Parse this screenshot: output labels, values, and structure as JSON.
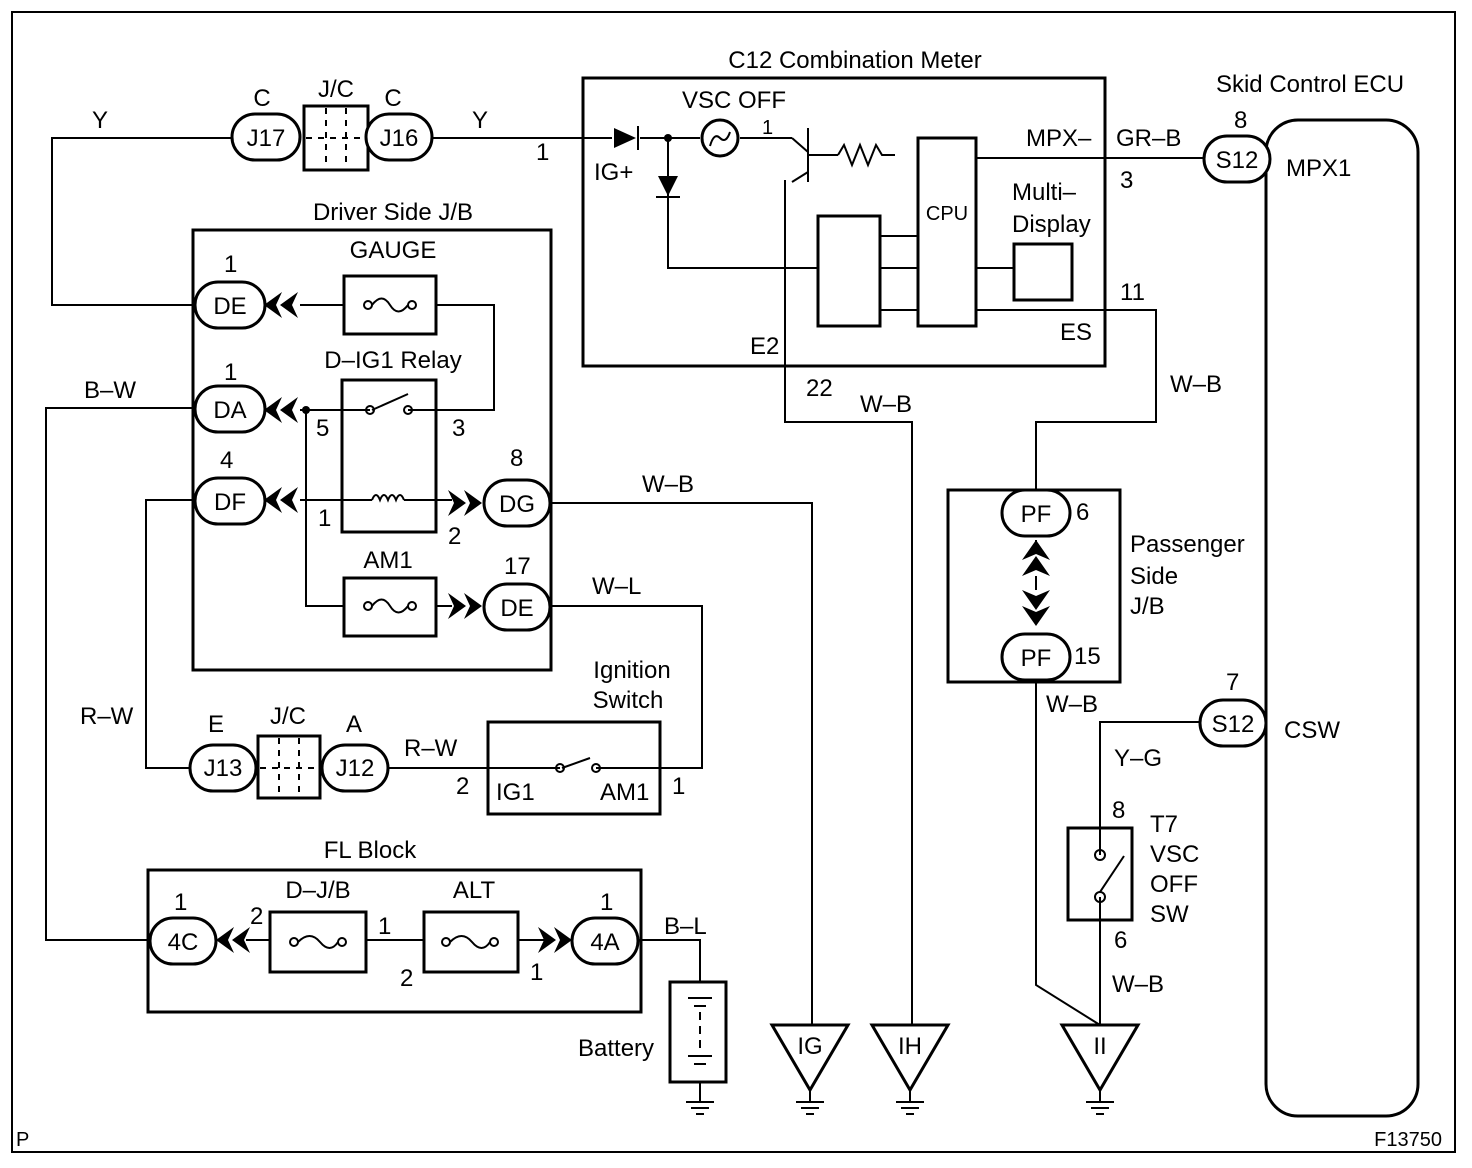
{
  "titles": {
    "combination_meter": "C12 Combination Meter",
    "skid_ecu": "Skid Control ECU",
    "driver_jb": "Driver Side J/B",
    "fl_block": "FL Block",
    "passenger_jb_1": "Passenger",
    "passenger_jb_2": "Side",
    "passenger_jb_3": "J/B",
    "ignition_1": "Ignition",
    "ignition_2": "Switch",
    "jc_top": "J/C",
    "jc_bottom": "J/C",
    "relay": "D–IG1 Relay",
    "vsc_sw_1": "T7",
    "vsc_sw_2": "VSC",
    "vsc_sw_3": "OFF",
    "vsc_sw_4": "SW",
    "battery": "Battery",
    "page_corner": "P",
    "figure_id": "F13750"
  },
  "meter": {
    "vsc_off": "VSC OFF",
    "ig_plus": "IG+",
    "cpu": "CPU",
    "multi_1": "Multi–",
    "multi_2": "Display",
    "mpx": "MPX–",
    "es": "ES",
    "e2": "E2"
  },
  "ecu": {
    "mpx1": "MPX1",
    "csw": "CSW"
  },
  "fuses": {
    "gauge": "GAUGE",
    "am1": "AM1",
    "djb": "D–J/B",
    "alt": "ALT"
  },
  "switch": {
    "ig1": "IG1",
    "am1": "AM1"
  },
  "connectors": {
    "j17": "J17",
    "j16": "J16",
    "j13": "J13",
    "j12": "J12",
    "s12_top": "S12",
    "s12_bot": "S12",
    "de_top": "DE",
    "da": "DA",
    "df": "DF",
    "dg": "DG",
    "de_bot": "DE",
    "pf_top": "PF",
    "pf_bot": "PF",
    "c4c": "4C",
    "c4a": "4A"
  },
  "letters": {
    "c1": "C",
    "c2": "C",
    "e": "E",
    "a": "A"
  },
  "wires": {
    "y_left": "Y",
    "y_right": "Y",
    "gr_b": "GR–B",
    "b_w": "B–W",
    "w_b_dg": "W–B",
    "w_l": "W–L",
    "r_w_left": "R–W",
    "r_w_sw": "R–W",
    "w_b_e2": "W–B",
    "w_b_es": "W–B",
    "w_b_pf": "W–B",
    "y_g": "Y–G",
    "w_b_sw": "W–B",
    "b_l": "B–L"
  },
  "pins": {
    "p1_meter": "1",
    "p1_vsc": "1",
    "p8_ecu": "8",
    "p3_ecu": "3",
    "p1_de": "1",
    "p1_da": "1",
    "p4_df": "4",
    "p8_dg": "8",
    "p17_de": "17",
    "p5": "5",
    "p3": "3",
    "p1_coil": "1",
    "p2_coil": "2",
    "p11": "11",
    "p22": "22",
    "p6_pf": "6",
    "p15_pf": "15",
    "p7_csw": "7",
    "p8_sw": "8",
    "p6_sw": "6",
    "p2_ig": "2",
    "p1_ig": "1",
    "p1_4c": "1",
    "p2_djb": "2",
    "p1_djb": "1",
    "p2_alt": "2",
    "p1_alt": "1",
    "p1_4a": "1"
  },
  "grounds": {
    "ig": "IG",
    "ih": "IH",
    "ii": "II"
  }
}
